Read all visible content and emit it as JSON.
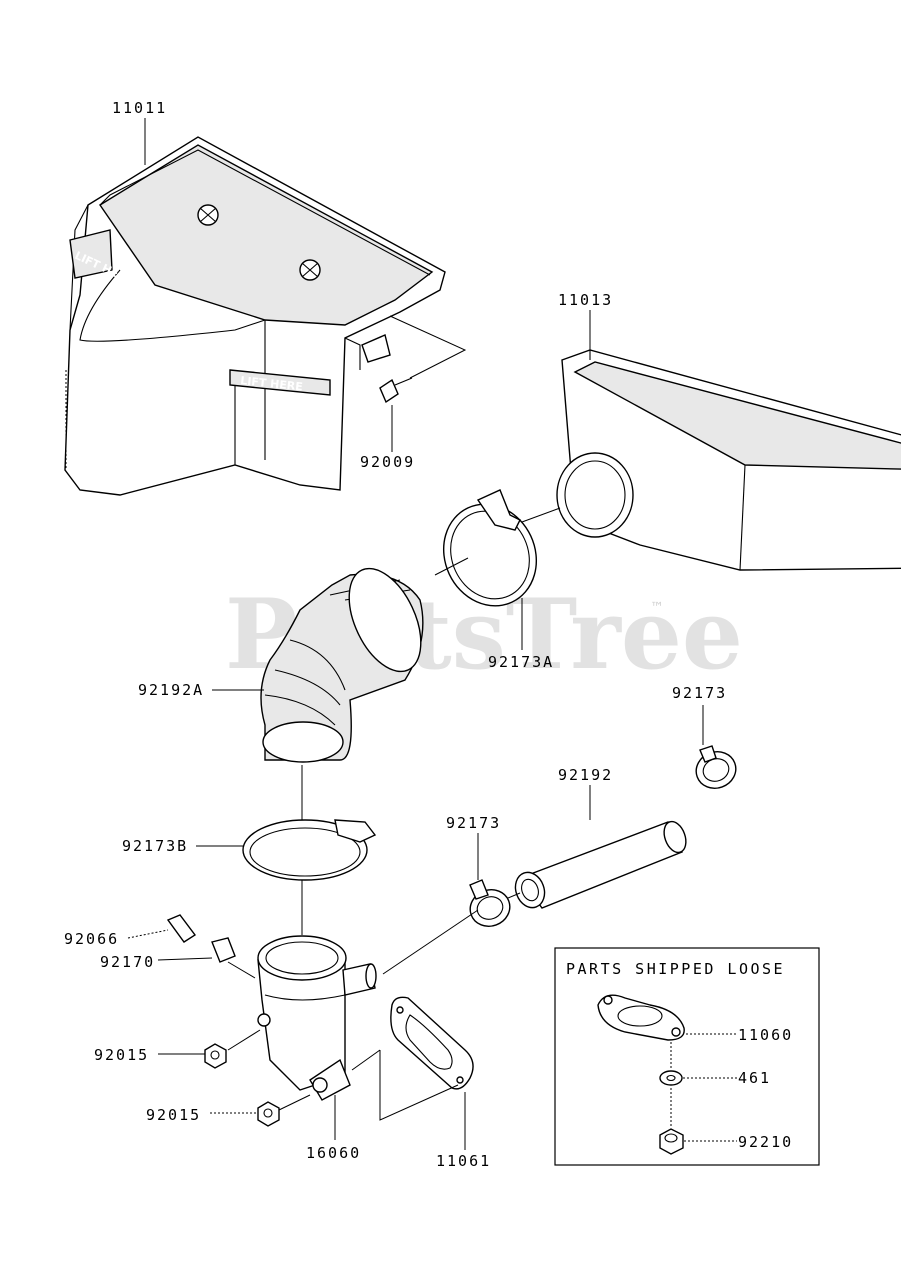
{
  "watermark": {
    "text": "PartsTree",
    "tm": "™"
  },
  "parts_box": {
    "title": "PARTS SHIPPED LOOSE"
  },
  "labels": {
    "p11011": "11011",
    "p11013": "11013",
    "p92009": "92009",
    "p92173A": "92173A",
    "p92192A": "92192A",
    "p92173_top": "92173",
    "p92192": "92192",
    "p92173_mid": "92173",
    "p92173B": "92173B",
    "p92066": "92066",
    "p92170": "92170",
    "p92015_a": "92015",
    "p92015_b": "92015",
    "p16060": "16060",
    "p11061": "11061",
    "p11060": "11060",
    "p461": "461",
    "p92210": "92210"
  },
  "stickers": {
    "lift_here": "LIFT HERE"
  }
}
